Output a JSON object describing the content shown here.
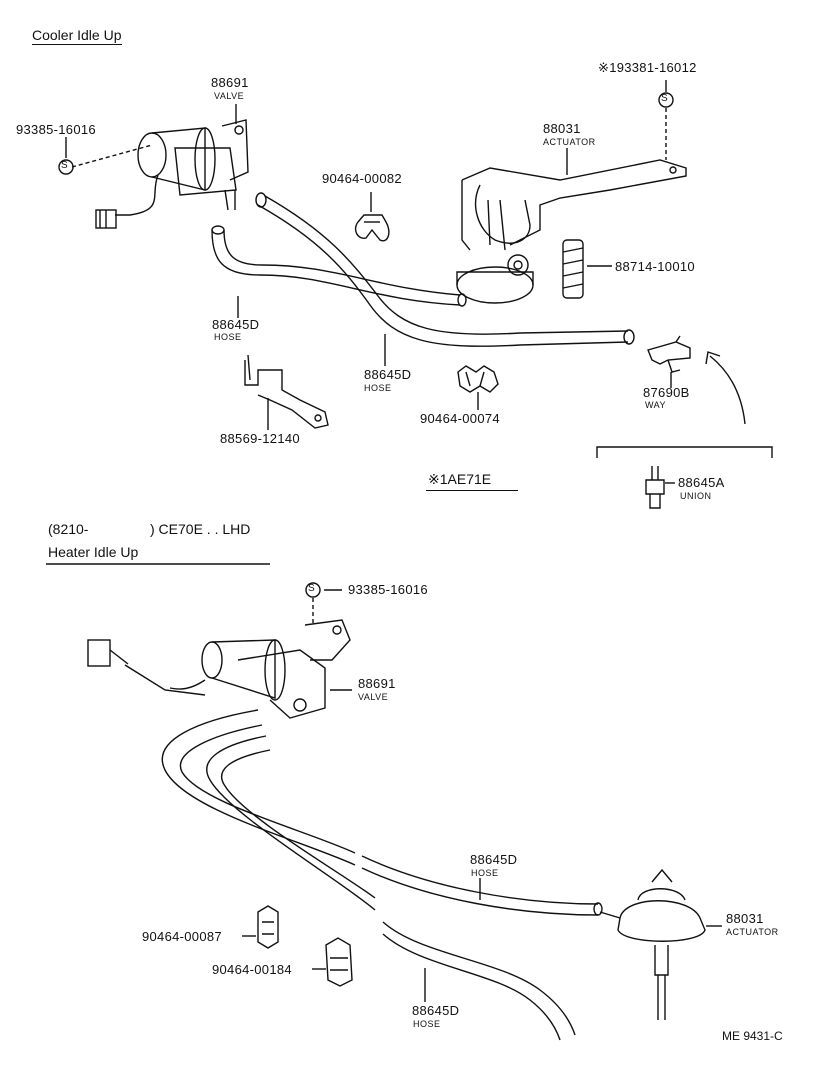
{
  "sections": {
    "cooler_title": "Cooler Idle Up",
    "heater_prefix": "(8210-",
    "heater_suffix": ") CE70E . . LHD",
    "heater_title": "Heater Idle Up",
    "note_mark": "※1",
    "note_text": "AE71E"
  },
  "figure_id": "ME 9431-C",
  "top_labels": {
    "p93385_a": "93385-16016",
    "p88691_a": "88691",
    "n88691_a": "VALVE",
    "p93381": "※193381-16012",
    "p88031_a": "88031",
    "n88031_a": "ACTUATOR",
    "p90464_82": "90464-00082",
    "p88714": "88714-10010",
    "p88645_a": "88645D",
    "n88645_a": "HOSE",
    "p88645_b": "88645D",
    "n88645_b": "HOSE",
    "p88569": "88569-12140",
    "p90464_74": "90464-00074",
    "p87690": "87690B",
    "n87690": "WAY",
    "p88645A": "88645A",
    "n88645A": "UNION"
  },
  "bottom_labels": {
    "p93385_b": "93385-16016",
    "p88691_b": "88691",
    "n88691_b": "VALVE",
    "p88645_c": "88645D",
    "n88645_c": "HOSE",
    "p88031_b": "88031",
    "n88031_b": "ACTUATOR",
    "p90464_87": "90464-00087",
    "p90464_184": "90464-00184",
    "p88645_d": "88645D",
    "n88645_d": "HOSE"
  },
  "symbols": {
    "screw_mark": "S"
  }
}
